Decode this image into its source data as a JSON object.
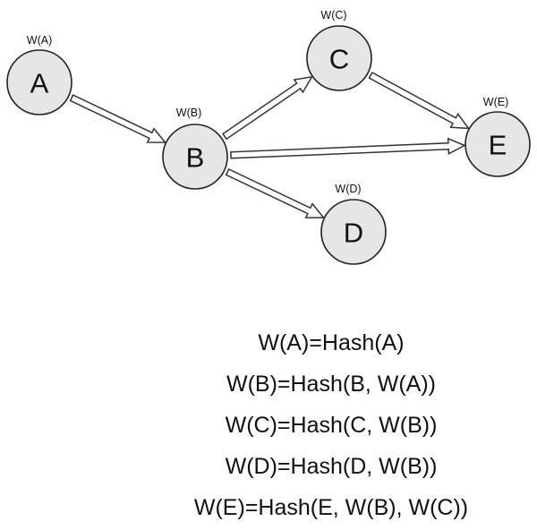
{
  "nodes": [
    {
      "id": "A",
      "label": "A",
      "weight_label": "W(A)"
    },
    {
      "id": "B",
      "label": "B",
      "weight_label": "W(B)"
    },
    {
      "id": "C",
      "label": "C",
      "weight_label": "W(C)"
    },
    {
      "id": "D",
      "label": "D",
      "weight_label": "W(D)"
    },
    {
      "id": "E",
      "label": "E",
      "weight_label": "W(E)"
    }
  ],
  "edges": [
    {
      "from": "A",
      "to": "B"
    },
    {
      "from": "B",
      "to": "C"
    },
    {
      "from": "B",
      "to": "E"
    },
    {
      "from": "B",
      "to": "D"
    },
    {
      "from": "C",
      "to": "E"
    }
  ],
  "formulas": [
    "W(A)=Hash(A)",
    "W(B)=Hash(B, W(A))",
    "W(C)=Hash(C, W(B))",
    "W(D)=Hash(D, W(B))",
    "W(E)=Hash(E, W(B), W(C))"
  ],
  "colors": {
    "node_fill": "#e6e6e6",
    "node_stroke": "#222222",
    "arrow_fill": "#ffffff",
    "text": "#111111"
  }
}
